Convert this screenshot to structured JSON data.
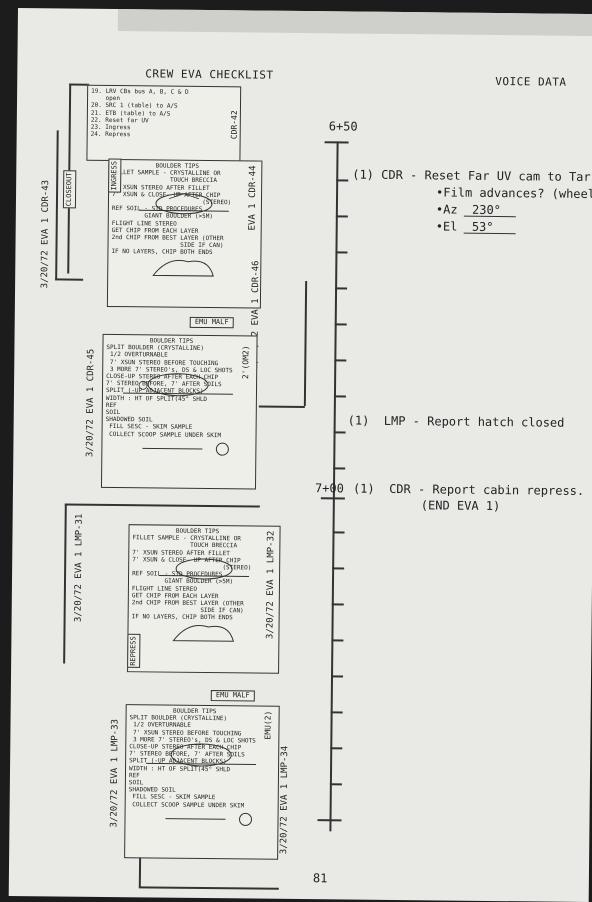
{
  "header": {
    "left": "CREW EVA CHECKLIST",
    "right": "VOICE DATA"
  },
  "top_card": {
    "lines": [
      "19. LRV CBs bus A, B, C & D",
      "    open",
      "20. SRC 1 (table) to A/S",
      "21. ETB (table) to A/S",
      "22. Reset far UV",
      "23. Ingress",
      "24. Repress"
    ],
    "side_label_left": "3/20/72  EVA 1   CDR-43",
    "side_label_right": "CDR-42",
    "tab_label": "CLOSEOUT"
  },
  "card2": {
    "tab_label": "INGRESS",
    "lines": [
      "            BOULDER TIPS",
      "FILLET SAMPLE - CRYSTALLINE OR",
      "                TOUCH BRECCIA",
      "",
      "",
      "",
      "7' XSUN STEREO AFTER FILLET",
      "7' XSUN & CLOSE- UP AFTER CHIP",
      "                         (STEREO)",
      "REF SOIL - STD PROCEDURES",
      "         GIANT BOULDER (>5M)",
      "",
      "",
      "FLIGHT LINE STEREO",
      "GET CHIP FROM EACH LAYER",
      "2nd CHIP FROM BEST LAYER (OTHER",
      "                   SIDE IF CAN)",
      "IF NO LAYERS, CHIP BOTH ENDS"
    ],
    "side_label_right": "EVA 1  CDR-44",
    "side_label_left2": "3/20/72  EVA 1   CDR-46"
  },
  "card3": {
    "tab_label": "EMU MALF",
    "lines": [
      "            BOULDER TIPS",
      "SPLIT BOULDER (CRYSTALLINE)",
      " 1/2 OVERTURNABLE",
      " 7' XSUN STEREO BEFORE TOUCHING",
      " 3 MORE 7' STEREO's, DS & LOC SHOTS",
      "",
      "",
      "",
      "CLOSE-UP STEREO AFTER EACH CHIP",
      "7' STEREO BEFORE, 7' AFTER SOILS",
      "SPLIT (-UP ADJACENT BLOCKS)",
      "WIDTH : HT OF SPLIT(45° SHLD",
      "REF",
      "",
      "SOIL",
      "SHADOWED SOIL",
      " FILL SESC - SKIM SAMPLE",
      " COLLECT SCOOP SAMPLE UNDER SKIM"
    ],
    "side_label_left": "3/20/72  EVA 1   CDR-45",
    "corner_label": "2'(OM2)"
  },
  "card4": {
    "lines": [
      "            BOULDER TIPS",
      "FILLET SAMPLE - CRYSTALLINE OR",
      "                TOUCH BRECCIA",
      "",
      "",
      "",
      "7' XSUN STEREO AFTER FILLET",
      "7' XSUN & CLOSE- UP AFTER CHIP",
      "                         (STEREO)",
      "REF SOIL - STD PROCEDURES",
      "         GIANT BOULDER (>5M)",
      "",
      "",
      "FLIGHT LINE STEREO",
      "GET CHIP FROM EACH LAYER",
      "2nd CHIP FROM BEST LAYER (OTHER",
      "                   SIDE IF CAN)",
      "IF NO LAYERS, CHIP BOTH ENDS"
    ],
    "side_label_left": "3/20/72  EVA 1   LMP-31",
    "side_label_right": "3/20/72  EVA 1  LMP-32",
    "tab_label": "REPRESS"
  },
  "card5": {
    "tab_label": "EMU MALF",
    "lines": [
      "            BOULDER TIPS",
      "SPLIT BOULDER (CRYSTALLINE)",
      " 1/2 OVERTURNABLE",
      " 7' XSUN STEREO BEFORE TOUCHING",
      " 3 MORE 7' STEREO's, DS & LOC SHOTS",
      "",
      "",
      "",
      "CLOSE-UP STEREO AFTER EACH CHIP",
      "7' STEREO BEFORE, 7' AFTER SOILS",
      "SPLIT (-UP ADJACENT BLOCKS)",
      "WIDTH : HT OF SPLIT(45° SHLD",
      "REF",
      "",
      "SOIL",
      "SHADOWED SOIL",
      " FILL SESC - SKIM SAMPLE",
      " COLLECT SCOOP SAMPLE UNDER SKIM"
    ],
    "side_label_left": "3/20/72  EVA 1   LMP-33",
    "side_label_right": "3/20/72  EVA 1   LMP-34",
    "corner_label": "EMU(2)"
  },
  "timeline": {
    "t1": "6+50",
    "t2": "7+00"
  },
  "voice": {
    "v1_line1": "(1) CDR - Reset Far UV cam to Tar",
    "v1_line2": "•Film advances? (wheels",
    "v1_line3": "•Az  230°",
    "v1_line4": "•El  53°",
    "v2": "(1)  LMP - Report hatch closed",
    "v3_line1": "(1)  CDR - Report cabin repress.",
    "v3_line2": "(END EVA 1)"
  },
  "page_number": "81"
}
